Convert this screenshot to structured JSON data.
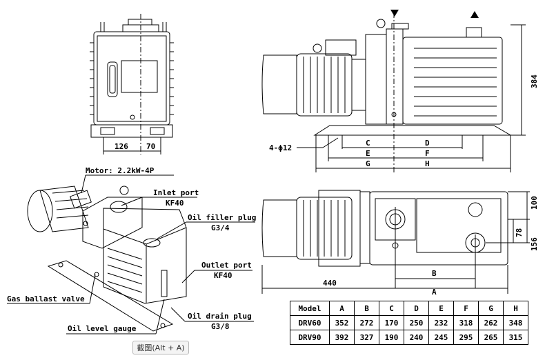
{
  "labels": {
    "motor": "Motor: 2.2kW-4P",
    "inlet_port": "Inlet port",
    "inlet_size": "KF40",
    "oil_filler": "Oil filler plug",
    "oil_filler_size": "G3/4",
    "outlet_port": "Outlet port",
    "outlet_size": "KF40",
    "gas_ballast": "Gas ballast valve",
    "oil_drain": "Oil drain plug",
    "oil_drain_size": "G3/8",
    "oil_level": "Oil level gauge"
  },
  "dimensions": {
    "front_126": "126",
    "front_70": "70",
    "height_384": "384",
    "holes": "4-ϕ12",
    "C": "C",
    "D": "D",
    "E": "E",
    "F": "F",
    "G": "G",
    "H": "H",
    "top_100": "100",
    "top_78": "78",
    "top_156": "156",
    "top_440": "440",
    "B": "B",
    "A": "A"
  },
  "table": {
    "headers": [
      "Model",
      "A",
      "B",
      "C",
      "D",
      "E",
      "F",
      "G",
      "H"
    ],
    "rows": [
      [
        "DRV60",
        "352",
        "272",
        "170",
        "250",
        "232",
        "318",
        "262",
        "348"
      ],
      [
        "DRV90",
        "392",
        "327",
        "190",
        "240",
        "245",
        "295",
        "265",
        "315"
      ]
    ]
  },
  "screenshot_button": "截图(Alt + A)"
}
